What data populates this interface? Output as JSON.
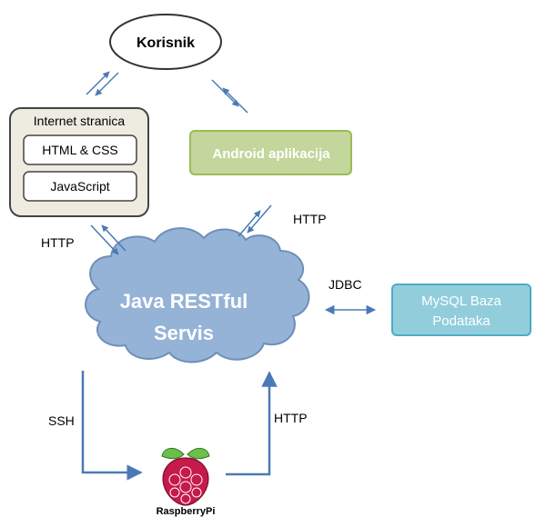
{
  "nodes": {
    "user": "Korisnik",
    "website": "Internet stranica",
    "html_css": "HTML & CSS",
    "javascript": "JavaScript",
    "android": "Android aplikacija",
    "service_line1": "Java RESTful",
    "service_line2": "Servis",
    "db_line1": "MySQL Baza",
    "db_line2": "Podataka",
    "raspberry": "RaspberryPi"
  },
  "edges": {
    "http_website": "HTTP",
    "http_android": "HTTP",
    "jdbc": "JDBC",
    "ssh": "SSH",
    "http_raspberry": "HTTP"
  },
  "colors": {
    "arrow": "#4a7ab5",
    "cloud_fill": "#95b3d7",
    "cloud_stroke": "#6f8fb8",
    "android_fill": "#c3d69b",
    "android_stroke": "#9bbb59",
    "db_fill": "#92cddc",
    "db_stroke": "#4bacc6",
    "website_fill": "#eeece1",
    "raspberry_red": "#c51a4a",
    "leaf_green": "#6cc04a"
  }
}
